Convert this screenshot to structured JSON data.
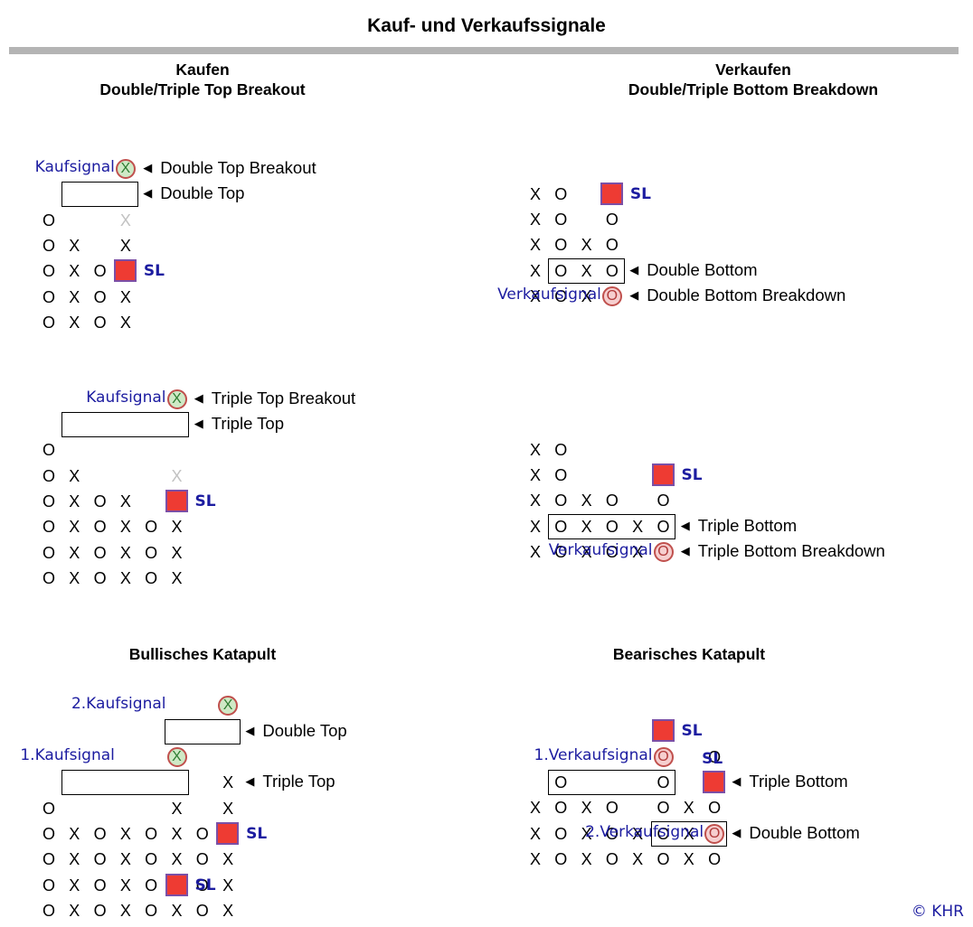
{
  "title": "Kauf- und Verkaufssignale",
  "copyright": "© KHR",
  "sections": {
    "buy_double": {
      "heading_1": "Kaufen",
      "heading_2": "Double/Triple Top Breakout"
    },
    "sell_double": {
      "heading_1": "Verkaufen",
      "heading_2": "Double/Triple Bottom Breakdown"
    },
    "bull_catapult": {
      "heading": "Bullisches Katapult"
    },
    "bear_catapult": {
      "heading": "Bearisches Katapult"
    }
  },
  "labels": {
    "buy_signal": "Kaufsignal",
    "sell_signal": "Verkaufsignal",
    "buy_signal_1": "1.Kaufsignal",
    "buy_signal_2": "2.Kaufsignal",
    "sell_signal_1": "1.Verkaufsignal",
    "sell_signal_2": "2.Verkaufsignal",
    "stop_loss": "SL",
    "double_top": "Double Top",
    "double_top_breakout": "Double Top Breakout",
    "triple_top": "Triple Top",
    "triple_top_breakout": "Triple Top Breakout",
    "double_bottom": "Double Bottom",
    "double_bottom_breakdown": "Double Bottom Breakdown",
    "triple_bottom": "Triple Bottom",
    "triple_bottom_breakdown": "Triple Bottom Breakdown"
  },
  "symbols": {
    "x": "X",
    "o": "O"
  },
  "colors": {
    "signal_text": "#1c1ca0",
    "stop_loss_fill": "#ee3b33",
    "stop_loss_border": "#7b4fa6",
    "buy_ring_fill": "#cfe9c6",
    "sell_ring_fill": "#f6cfcf",
    "ring_border": "#c0504d",
    "faint_symbol": "#c2c2c2",
    "rule": "#b4b4b4"
  },
  "charts": [
    {
      "id": "buy-double",
      "columns": [
        [
          "O",
          "O",
          "O",
          "O",
          "O"
        ],
        [
          "X",
          "X",
          "X",
          "X"
        ],
        [
          "O",
          "O",
          "O"
        ],
        [
          "X",
          "X",
          "X",
          "X",
          "X"
        ]
      ],
      "faint_column": 3
    },
    {
      "id": "buy-triple",
      "columns": [
        [
          "O",
          "O",
          "O",
          "O",
          "O",
          "O"
        ],
        [
          "X",
          "X",
          "X",
          "X",
          "X"
        ],
        [
          "O",
          "O",
          "O",
          "O"
        ],
        [
          "X",
          "X",
          "X",
          "X"
        ],
        [
          "O",
          "O",
          "O"
        ],
        [
          "X",
          "X",
          "X",
          "X",
          "X"
        ]
      ],
      "faint_column": 5
    },
    {
      "id": "sell-double",
      "columns": [
        [
          "X",
          "X",
          "X",
          "X",
          "X"
        ],
        [
          "O",
          "O",
          "O",
          "O",
          "O"
        ],
        [
          "X",
          "X",
          "X"
        ],
        [
          "O",
          "O",
          "O",
          "O",
          "O"
        ]
      ],
      "faint_column": 3
    },
    {
      "id": "sell-triple",
      "columns": [
        [
          "X",
          "X",
          "X",
          "X",
          "X"
        ],
        [
          "O",
          "O",
          "O",
          "O",
          "O"
        ],
        [
          "X",
          "X",
          "X"
        ],
        [
          "O",
          "O",
          "O"
        ],
        [
          "X",
          "X"
        ],
        [
          "O",
          "O",
          "O",
          "O"
        ]
      ],
      "faint_column": 5
    },
    {
      "id": "bull-catapult",
      "columns": [
        [
          "O",
          "O",
          "O",
          "O",
          "O"
        ],
        [
          "X",
          "X",
          "X",
          "X"
        ],
        [
          "O",
          "O",
          "O",
          "O"
        ],
        [
          "X",
          "X",
          "X",
          "X"
        ],
        [
          "O",
          "O",
          "O",
          "O"
        ],
        [
          "X",
          "X",
          "X",
          "X",
          "X"
        ],
        [
          "O",
          "O",
          "O",
          "O"
        ],
        [
          "X",
          "X",
          "X",
          "X",
          "X",
          "X"
        ]
      ]
    },
    {
      "id": "bear-catapult",
      "columns": [
        [
          "X",
          "X",
          "X"
        ],
        [
          "O",
          "O",
          "O",
          "O"
        ],
        [
          "X",
          "X",
          "X"
        ],
        [
          "O",
          "O",
          "O"
        ],
        [
          "X",
          "X"
        ],
        [
          "O",
          "O",
          "O",
          "O"
        ],
        [
          "X",
          "X",
          "X"
        ],
        [
          "O",
          "O",
          "O",
          "O",
          "O"
        ]
      ]
    }
  ]
}
